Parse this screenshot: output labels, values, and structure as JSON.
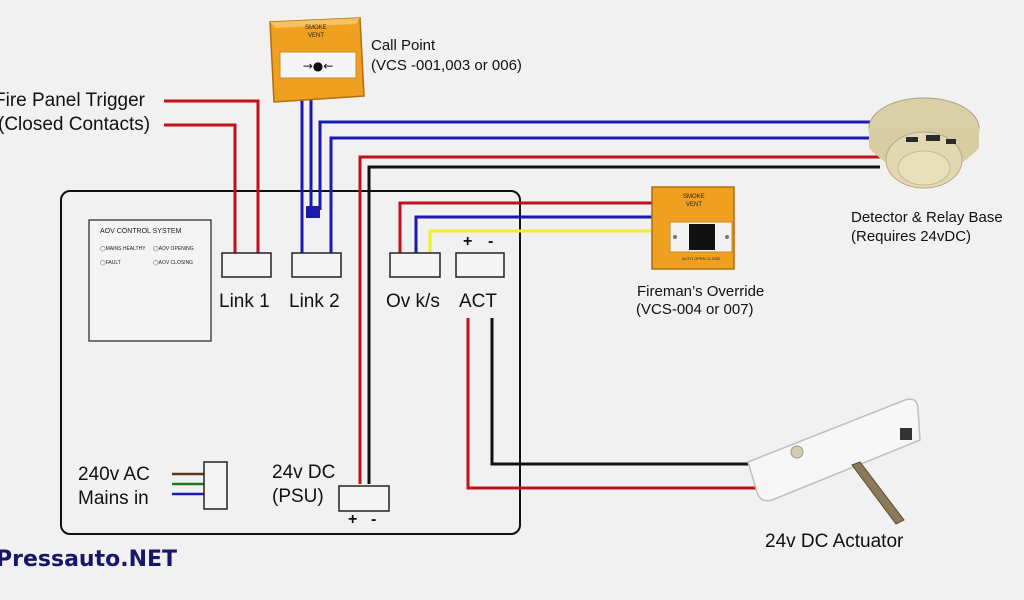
{
  "diagram": {
    "title": "AOV Control System Wiring Diagram",
    "control_panel": {
      "title": "AOV CONTROL SYSTEM",
      "indicators": [
        {
          "label": "MAINS HEALTHY"
        },
        {
          "label": "AOV OPENING"
        },
        {
          "label": "FAULT"
        },
        {
          "label": "AOV CLOSING"
        }
      ]
    },
    "terminals": {
      "link1": "Link 1",
      "link2": "Link 2",
      "ovks": "Ov k/s",
      "act": "ACT",
      "act_plus": "+",
      "act_minus": "-",
      "psu_plus": "+",
      "psu_minus": "-"
    },
    "labels": {
      "fire_panel_line1": "Fire Panel Trigger",
      "fire_panel_line2": "(Closed Contacts)",
      "call_point_line1": "Call Point",
      "call_point_line2": "(VCS -001,003 or 006)",
      "detector_line1": "Detector & Relay Base",
      "detector_line2": "(Requires 24vDC)",
      "override_line1": "Fireman’s Override",
      "override_line2": "(VCS-004 or 007)",
      "mains_line1": "240v AC",
      "mains_line2": "Mains in",
      "psu_line1": "24v DC",
      "psu_line2": "(PSU)",
      "actuator": "24v DC Actuator"
    },
    "devices": {
      "call_point_text1": "SMOKE",
      "call_point_text2": "VENT",
      "override_text1": "SMOKE",
      "override_text2": "VENT",
      "override_footer": "AUTO OPEN CLOSE"
    },
    "wire_colors": {
      "red": "#c0101a",
      "blue": "#1a1ab0",
      "yellow": "#f2ee2a",
      "black": "#111111",
      "brown": "#5a3a1a",
      "green": "#1f7a1f"
    },
    "watermark": "Pressauto.NET"
  }
}
